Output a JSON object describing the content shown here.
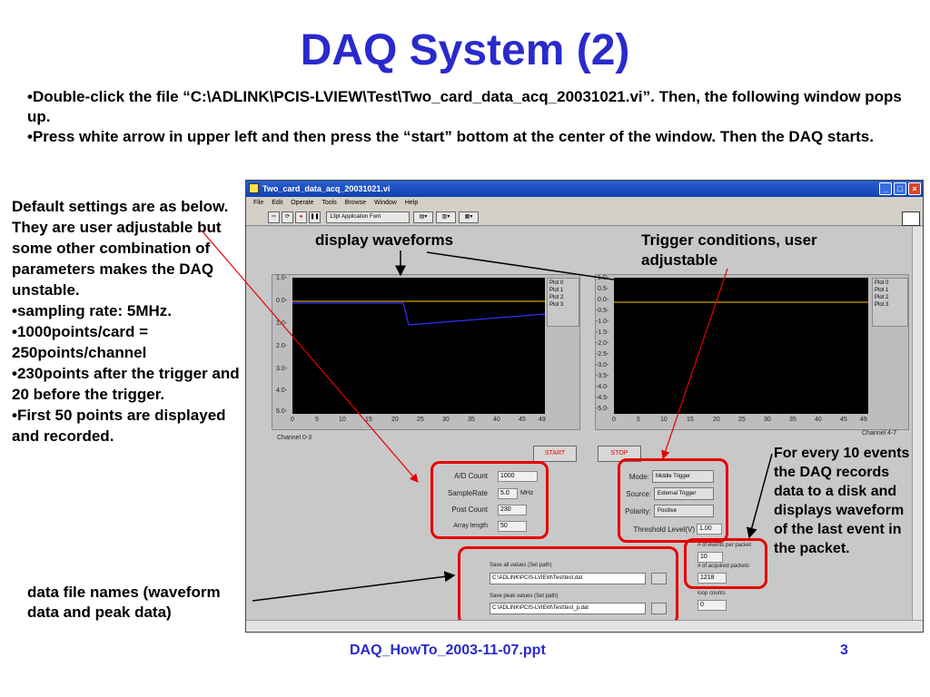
{
  "slide": {
    "title": "DAQ System (2)",
    "bullet1": "•Double-click the file “C:\\ADLINK\\PCIS-LVIEW\\Test\\Two_card_data_acq_20031021.vi”. Then, the following window pops up.",
    "bullet2": "•Press white arrow in upper left and then press the “start” bottom at the center of the window. Then the DAQ starts.",
    "left_notes": [
      "Default settings are as below. They are user adjustable but some other combination of parameters makes the DAQ unstable.",
      "•sampling rate: 5MHz.",
      "•1000points/card = 250points/channel",
      "•230points after the trigger and 20 before the trigger.",
      "•First 50 points are displayed and recorded."
    ],
    "ann_waveforms": "display waveforms",
    "ann_trigger": "Trigger conditions, user adjustable",
    "ann_every10": "For every 10 events the DAQ records data to a disk and displays waveform of the last event in the packet.",
    "ann_filenames": "data file names (waveform data and peak data)",
    "footer_file": "DAQ_HowTo_2003-11-07.ppt",
    "footer_page": "3",
    "colors": {
      "title": "#2a2acc",
      "annotation_red": "#e60000"
    }
  },
  "window": {
    "title": "Two_card_data_acq_20031021.vi",
    "menu": [
      "File",
      "Edit",
      "Operate",
      "Tools",
      "Browse",
      "Window",
      "Help"
    ],
    "font_selector": "13pt Application Font",
    "graph_left": {
      "caption": "Channel 0-3",
      "y_ticks": [
        "1.0-",
        "0.0-",
        "1.0-",
        "2.0-",
        "3.0-",
        "4.0-",
        "5.0-"
      ],
      "x_ticks": [
        "0",
        "5",
        "10",
        "15",
        "20",
        "25",
        "30",
        "35",
        "40",
        "45",
        "49"
      ],
      "legend": [
        "Plot 0",
        "Plot 1",
        "Plot 2",
        "Plot 3"
      ]
    },
    "graph_right": {
      "caption": "Channel 4-7",
      "y_ticks": [
        "1.0-",
        "0.5-",
        "0.0-",
        "-0.5-",
        "-1.0-",
        "-1.5-",
        "-2.0-",
        "-2.5-",
        "-3.0-",
        "-3.5-",
        "-4.0-",
        "-4.5-",
        "-5.0-"
      ],
      "x_ticks": [
        "0",
        "5",
        "10",
        "15",
        "20",
        "25",
        "30",
        "35",
        "40",
        "45",
        "49"
      ],
      "legend": [
        "Plot 0",
        "Plot 1",
        "Plot 2",
        "Plot 3"
      ]
    },
    "start_label": "START",
    "stop_label": "STOP",
    "ad_count_label": "A/D Count",
    "ad_count_value": "1000",
    "sample_rate_label": "SampleRate",
    "sample_rate_value": "5.0",
    "sample_rate_unit": "MHz",
    "post_count_label": "Post Count",
    "post_count_value": "230",
    "array_length_label": "Array length",
    "array_length_value": "50",
    "mode_label": "Mode:",
    "mode_value": "Middle Trigger",
    "source_label": "Source:",
    "source_value": "External Trigger",
    "polarity_label": "Polarity:",
    "polarity_value": "Positive",
    "threshold_label": "Threshold Level(V)",
    "threshold_value": "1.00",
    "events_per_packet_label": "# of events per packet",
    "events_per_packet_value": "10",
    "acquired_packets_label": "# of acquired packets",
    "acquired_packets_value": "1218",
    "loop_counts_label": "loop counts",
    "loop_counts_value": "0",
    "save_all_label": "Save all values  (Set path)",
    "save_all_path": "C:\\ADLINK\\PCIS-LVIEW\\Test\\test.dat",
    "save_peak_label": "Save peak values (Set path)",
    "save_peak_path": "C:\\ADLINK\\PCIS-LVIEW\\Test\\test_p.dat"
  }
}
